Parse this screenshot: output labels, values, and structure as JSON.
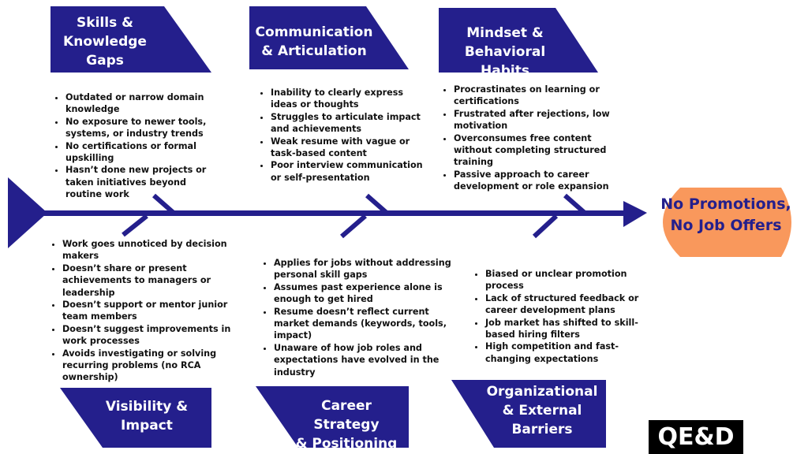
{
  "colors": {
    "primary": "#241f8c",
    "effect_fill": "#f9985c",
    "text": "#111111"
  },
  "effect": {
    "line1": "No Promotions,",
    "line2": "No Job Offers"
  },
  "categories": [
    {
      "line1": "Skills &",
      "line2": "Knowledge",
      "line3": "Gaps",
      "causes": [
        "Outdated or narrow domain knowledge",
        "No exposure to newer tools, systems, or industry trends",
        "No certifications or formal upskilling",
        "Hasn’t done new projects or taken initiatives beyond routine work"
      ]
    },
    {
      "line1": "Communication",
      "line2": "& Articulation",
      "causes": [
        "Inability to clearly express ideas or thoughts",
        "Struggles to articulate impact and achievements",
        "Weak resume with vague or task-based content",
        "Poor interview communication or self-presentation"
      ]
    },
    {
      "line1": "Mindset &",
      "line2": "Behavioral Habits",
      "causes": [
        "Procrastinates on learning or certifications",
        "Frustrated after rejections, low motivation",
        "Overconsumes free content without completing structured training",
        "Passive approach to career development or role expansion"
      ]
    },
    {
      "line1": "Visibility &",
      "line2": "Impact",
      "causes": [
        "Work goes unnoticed by decision makers",
        "Doesn’t share or present achievements to managers or leadership",
        "Doesn’t support or mentor junior team members",
        "Doesn’t suggest improvements in work processes",
        "Avoids investigating or solving recurring problems (no RCA ownership)"
      ]
    },
    {
      "line1": "Career Strategy",
      "line2": "& Positioning",
      "causes": [
        "Applies for jobs without addressing personal skill gaps",
        "Assumes past experience alone is enough to get hired",
        "Resume doesn’t reflect current market demands (keywords, tools, impact)",
        "Unaware of how job roles and expectations have evolved in the industry"
      ]
    },
    {
      "line1": "Organizational",
      "line2": "& External",
      "line3": "Barriers",
      "causes": [
        "Biased or unclear promotion process",
        "Lack of structured feedback or career development plans",
        "Job market has shifted to skill-based hiring filters",
        "High competition and fast-changing expectations"
      ]
    }
  ],
  "brand": {
    "text": "QE&D"
  }
}
